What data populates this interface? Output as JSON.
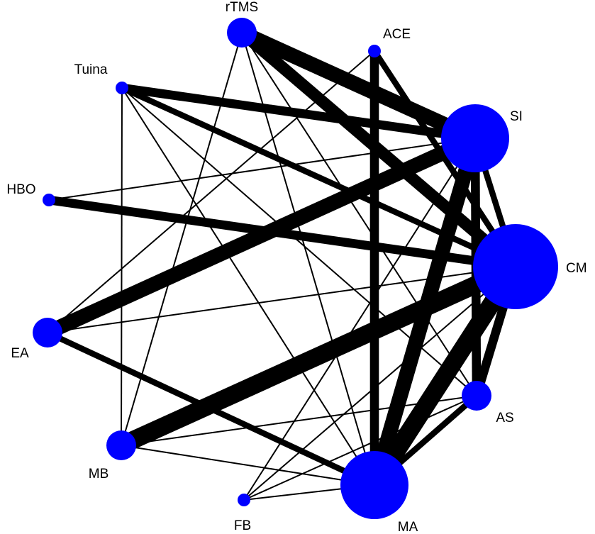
{
  "colors": {
    "node": "#0000ff",
    "edge": "#000000",
    "background": "#ffffff"
  },
  "nodes": [
    {
      "id": "rTMS",
      "label": "rTMS",
      "size": "small"
    },
    {
      "id": "ACE",
      "label": "ACE",
      "size": "tiny"
    },
    {
      "id": "Tuina",
      "label": "Tuina",
      "size": "tiny"
    },
    {
      "id": "SI",
      "label": "SI",
      "size": "large"
    },
    {
      "id": "HBO",
      "label": "HBO",
      "size": "tiny"
    },
    {
      "id": "CM",
      "label": "CM",
      "size": "largest"
    },
    {
      "id": "EA",
      "label": "EA",
      "size": "small"
    },
    {
      "id": "AS",
      "label": "AS",
      "size": "small"
    },
    {
      "id": "MB",
      "label": "MB",
      "size": "small"
    },
    {
      "id": "FB",
      "label": "FB",
      "size": "tiny"
    },
    {
      "id": "MA",
      "label": "MA",
      "size": "large"
    }
  ],
  "edges": [
    {
      "source": "rTMS",
      "target": "SI",
      "weight": 5
    },
    {
      "source": "rTMS",
      "target": "CM",
      "weight": 4
    },
    {
      "source": "rTMS",
      "target": "MB",
      "weight": 1
    },
    {
      "source": "rTMS",
      "target": "MA",
      "weight": 1
    },
    {
      "source": "rTMS",
      "target": "AS",
      "weight": 1
    },
    {
      "source": "ACE",
      "target": "MA",
      "weight": 3
    },
    {
      "source": "ACE",
      "target": "CM",
      "weight": 2
    },
    {
      "source": "ACE",
      "target": "EA",
      "weight": 1
    },
    {
      "source": "Tuina",
      "target": "SI",
      "weight": 3
    },
    {
      "source": "Tuina",
      "target": "CM",
      "weight": 2
    },
    {
      "source": "Tuina",
      "target": "MB",
      "weight": 1
    },
    {
      "source": "Tuina",
      "target": "MA",
      "weight": 1
    },
    {
      "source": "Tuina",
      "target": "AS",
      "weight": 1
    },
    {
      "source": "HBO",
      "target": "CM",
      "weight": 3
    },
    {
      "source": "HBO",
      "target": "SI",
      "weight": 1
    },
    {
      "source": "EA",
      "target": "SI",
      "weight": 5
    },
    {
      "source": "EA",
      "target": "MA",
      "weight": 2
    },
    {
      "source": "EA",
      "target": "CM",
      "weight": 1
    },
    {
      "source": "MB",
      "target": "CM",
      "weight": 6
    },
    {
      "source": "MB",
      "target": "MA",
      "weight": 1
    },
    {
      "source": "MB",
      "target": "AS",
      "weight": 1
    },
    {
      "source": "SI",
      "target": "MA",
      "weight": 5
    },
    {
      "source": "SI",
      "target": "CM",
      "weight": 2
    },
    {
      "source": "SI",
      "target": "AS",
      "weight": 3
    },
    {
      "source": "SI",
      "target": "FB",
      "weight": 1
    },
    {
      "source": "CM",
      "target": "MA",
      "weight": 6
    },
    {
      "source": "CM",
      "target": "AS",
      "weight": 3
    },
    {
      "source": "CM",
      "target": "FB",
      "weight": 1
    },
    {
      "source": "AS",
      "target": "MA",
      "weight": 2
    },
    {
      "source": "AS",
      "target": "FB",
      "weight": 1
    },
    {
      "source": "FB",
      "target": "MA",
      "weight": 1
    }
  ]
}
